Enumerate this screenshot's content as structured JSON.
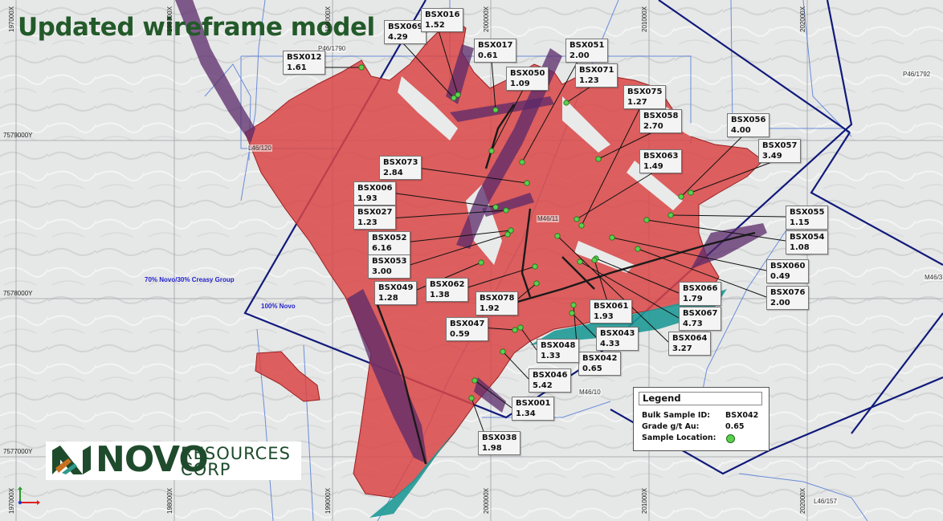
{
  "title": "Updated wireframe model",
  "grid": {
    "x_labels": [
      "197000X",
      "198000X",
      "199000X",
      "200000X",
      "201000X",
      "202000X"
    ],
    "y_labels": [
      "7579000Y",
      "7578000Y",
      "7577000Y"
    ]
  },
  "tenements": [
    "P46/1790",
    "P46/1792",
    "L46/120",
    "M46/11",
    "M46/10",
    "M46/3",
    "L46/157"
  ],
  "zones": [
    "70% Novo/30% Creasy Group",
    "100% Novo"
  ],
  "samples": [
    {
      "id": "BSX069",
      "grade": "4.29"
    },
    {
      "id": "BSX016",
      "grade": "1.52"
    },
    {
      "id": "BSX017",
      "grade": "0.61"
    },
    {
      "id": "BSX051",
      "grade": "2.00"
    },
    {
      "id": "BSX012",
      "grade": "1.61"
    },
    {
      "id": "BSX050",
      "grade": "1.09"
    },
    {
      "id": "BSX071",
      "grade": "1.23"
    },
    {
      "id": "BSX075",
      "grade": "1.27"
    },
    {
      "id": "BSX058",
      "grade": "2.70"
    },
    {
      "id": "BSX056",
      "grade": "4.00"
    },
    {
      "id": "BSX057",
      "grade": "3.49"
    },
    {
      "id": "BSX063",
      "grade": "1.49"
    },
    {
      "id": "BSX073",
      "grade": "2.84"
    },
    {
      "id": "BSX006",
      "grade": "1.93"
    },
    {
      "id": "BSX027",
      "grade": "1.23"
    },
    {
      "id": "BSX052",
      "grade": "6.16"
    },
    {
      "id": "BSX053",
      "grade": "3.00"
    },
    {
      "id": "BSX049",
      "grade": "1.28"
    },
    {
      "id": "BSX062",
      "grade": "1.38"
    },
    {
      "id": "BSX078",
      "grade": "1.92"
    },
    {
      "id": "BSX055",
      "grade": "1.15"
    },
    {
      "id": "BSX054",
      "grade": "1.08"
    },
    {
      "id": "BSX060",
      "grade": "0.49"
    },
    {
      "id": "BSX076",
      "grade": "2.00"
    },
    {
      "id": "BSX066",
      "grade": "1.79"
    },
    {
      "id": "BSX067",
      "grade": "4.73"
    },
    {
      "id": "BSX064",
      "grade": "3.27"
    },
    {
      "id": "BSX061",
      "grade": "1.93"
    },
    {
      "id": "BSX043",
      "grade": "4.33"
    },
    {
      "id": "BSX042",
      "grade": "0.65"
    },
    {
      "id": "BSX047",
      "grade": "0.59"
    },
    {
      "id": "BSX048",
      "grade": "1.33"
    },
    {
      "id": "BSX046",
      "grade": "5.42"
    },
    {
      "id": "BSX001",
      "grade": "1.34"
    },
    {
      "id": "BSX038",
      "grade": "1.98"
    }
  ],
  "legend": {
    "title": "Legend",
    "rows": [
      {
        "label": "Bulk Sample ID:",
        "value": "BSX042"
      },
      {
        "label": "Grade g/t Au:",
        "value": "0.65"
      },
      {
        "label": "Sample Location:",
        "value": ""
      }
    ]
  },
  "logo": {
    "word": "NOVO",
    "line1": "RESOURCES",
    "line2": "CORP"
  },
  "colors": {
    "wireframe": "#d94545",
    "outline": "#9a2020",
    "fault": "#5a2a6a",
    "tenement_blue": "#101a7a",
    "teal": "#1f9a97",
    "sample_point": "#5ad14e",
    "title_green": "#235a2a"
  }
}
